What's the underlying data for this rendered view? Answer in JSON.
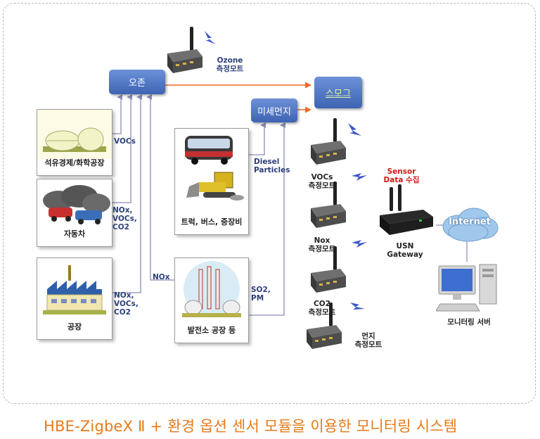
{
  "nodes": {
    "ozone": "오존",
    "smog": "스모그",
    "fine_dust": "미세먼지"
  },
  "sources": {
    "petrochem": "석유경제/화학공장",
    "car": "자동차",
    "factory": "공장",
    "truck": "트럭, 버스, 중장비",
    "power": "발전소 공장 등"
  },
  "flows": {
    "vocs": "VOCs",
    "car_line1": "NOx,",
    "car_line2": "VOCs,",
    "car_line3": "CO2",
    "fac_line1": "NOx,",
    "fac_line2": "VOCs,",
    "fac_line3": "CO2",
    "nox": "NOx",
    "diesel_line1": "Diesel",
    "diesel_line2": "Particles",
    "so2_line1": "SO2,",
    "so2_line2": "PM"
  },
  "sensors": {
    "ozone_line1": "Ozone",
    "ozone_line2": "측정모트",
    "vocs_line1": "VOCs",
    "vocs_line2": "측정모트",
    "nox_line1": "Nox",
    "nox_line2": "측정모트",
    "co2_line1": "CO2",
    "co2_line2": "측정모트",
    "dust_line1": "먼지",
    "dust_line2": "측정모트"
  },
  "gateway": {
    "sensor_line1": "Sensor",
    "sensor_line2": "Data 수집",
    "label_line1": "USN",
    "label_line2": "Gateway"
  },
  "internet": "Internet",
  "server": "모니터링 서버",
  "caption": "HBE-ZigbeX Ⅱ + 환경 옵션 센서 모듈을 이용한 모니터링 시스템",
  "colors": {
    "arrow_orange": "#ee6a2c",
    "arrow_purple": "#8a8ab8",
    "node_blue": "#4a70bf",
    "signal_blue": "#3b57c8",
    "caption_orange": "#e57a1a"
  }
}
